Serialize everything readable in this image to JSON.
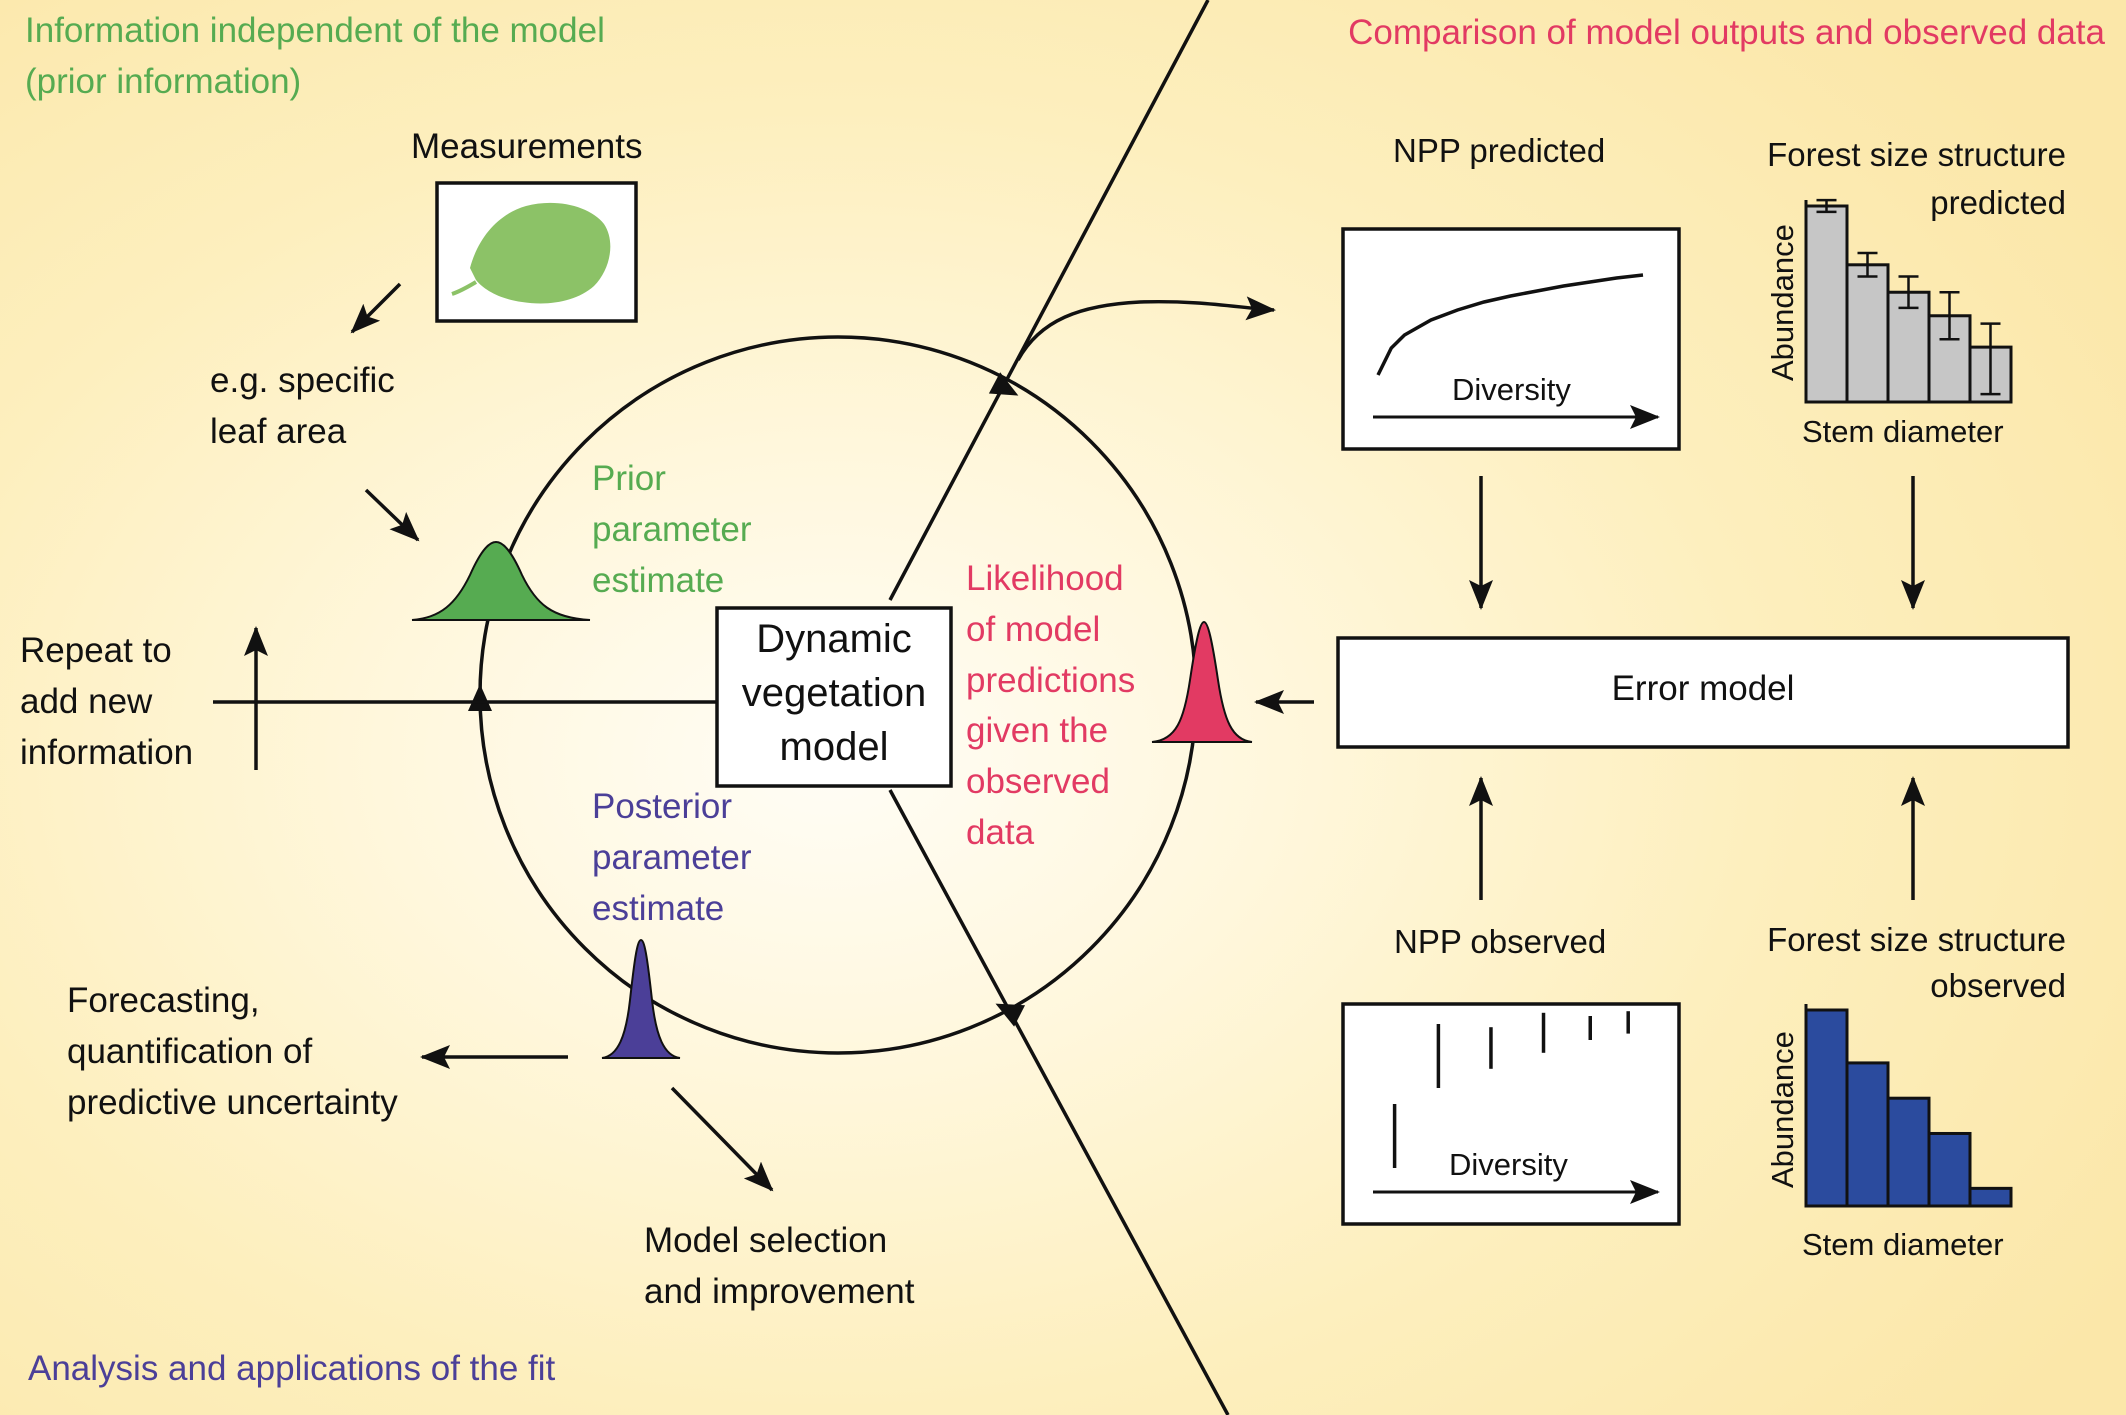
{
  "sections": {
    "prior": [
      "Information independent of the model",
      "(prior information)"
    ],
    "comparison": "Comparison of model outputs and observed data",
    "analysis": "Analysis and applications of the fit"
  },
  "left": {
    "measurements": "Measurements",
    "example": [
      "e.g. specific",
      "leaf area"
    ],
    "prior_estimate": [
      "Prior",
      "parameter",
      "estimate"
    ],
    "repeat": [
      "Repeat to",
      "add new",
      "information"
    ],
    "posterior_estimate": [
      "Posterior",
      "parameter",
      "estimate"
    ],
    "forecasting": [
      "Forecasting,",
      "quantification of",
      "predictive uncertainty"
    ],
    "selection": [
      "Model selection",
      "and improvement"
    ]
  },
  "center": {
    "model": [
      "Dynamic",
      "vegetation",
      "model"
    ],
    "likelihood": [
      "Likelihood",
      "of model",
      "predictions",
      "given the",
      "observed",
      "data"
    ]
  },
  "right": {
    "npp_predicted": "NPP predicted",
    "npp_observed": "NPP observed",
    "size_predicted": [
      "Forest size structure",
      "predicted"
    ],
    "size_observed": [
      "Forest size structure",
      "observed"
    ],
    "error_model": "Error model",
    "diversity": "Diversity",
    "abundance": "Abundance",
    "stem_diameter": "Stem diameter"
  },
  "colors": {
    "green": "#56ab51",
    "red": "#e23a63",
    "purple": "#4b3f98",
    "bar_gray": "#c6c6c6",
    "bar_blue": "#2b4b9e",
    "leaf": "#8cc267"
  },
  "chart_data": [
    {
      "type": "line",
      "name_ref": "npp_predicted",
      "xlabel": "Diversity",
      "x": [
        0,
        0.05,
        0.1,
        0.2,
        0.3,
        0.4,
        0.5,
        0.6,
        0.7,
        0.8,
        0.9,
        1.0
      ],
      "y": [
        0.0,
        0.27,
        0.4,
        0.55,
        0.65,
        0.73,
        0.79,
        0.84,
        0.89,
        0.93,
        0.97,
        1.0
      ]
    },
    {
      "type": "scatter",
      "name_ref": "npp_observed",
      "xlabel": "Diversity",
      "x": [
        0.05,
        0.2,
        0.38,
        0.56,
        0.72,
        0.85
      ],
      "low": [
        0.0,
        0.5,
        0.62,
        0.72,
        0.8,
        0.84
      ],
      "high": [
        0.4,
        0.9,
        0.88,
        0.97,
        0.95,
        0.98
      ]
    },
    {
      "type": "bar",
      "name_ref": "size_predicted",
      "xlabel": "Stem diameter",
      "ylabel": "Abundance",
      "values": [
        1.0,
        0.7,
        0.56,
        0.44,
        0.28
      ],
      "error_low": [
        0.97,
        0.64,
        0.48,
        0.32,
        0.04
      ],
      "error_high": [
        1.03,
        0.76,
        0.64,
        0.56,
        0.4
      ]
    },
    {
      "type": "bar",
      "name_ref": "size_observed",
      "xlabel": "Stem diameter",
      "ylabel": "Abundance",
      "values": [
        1.0,
        0.73,
        0.55,
        0.37,
        0.09
      ]
    }
  ]
}
